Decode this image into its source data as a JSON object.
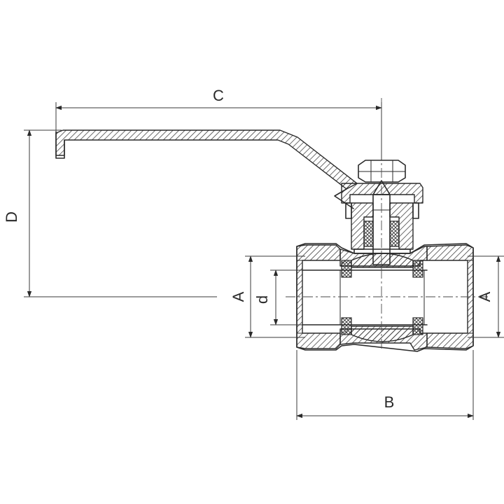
{
  "dimensions": {
    "C": "C",
    "D": "D",
    "A_left": "A",
    "d": "d",
    "A_right": "A",
    "B": "B"
  }
}
